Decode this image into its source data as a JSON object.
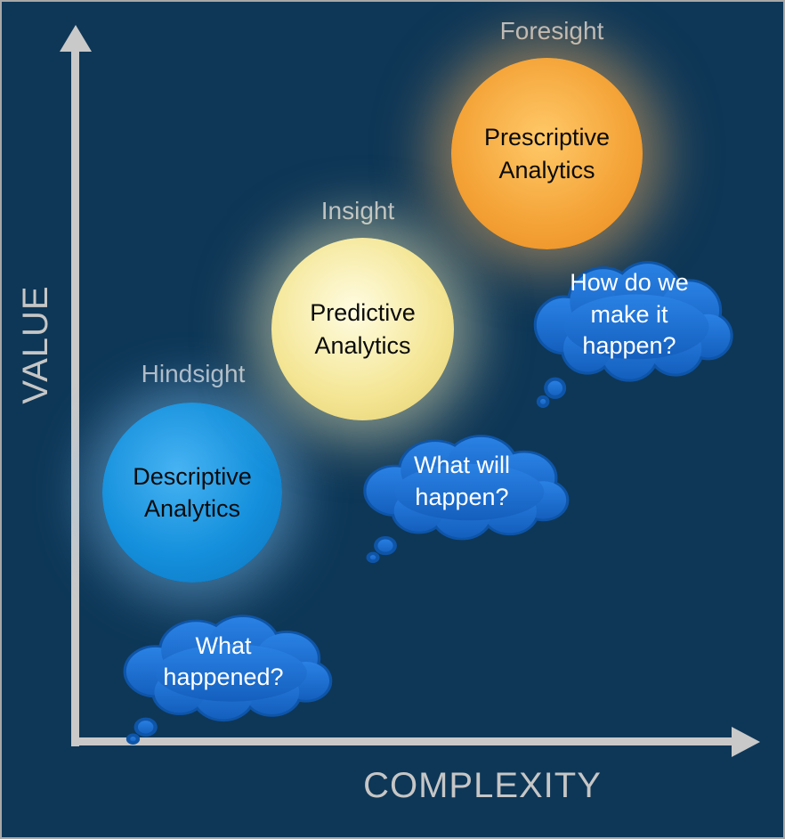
{
  "diagram": {
    "y_axis_label": "VALUE",
    "x_axis_label": "COMPLEXITY",
    "stages": [
      {
        "stage_label": "Hindsight",
        "circle_label": "Descriptive\nAnalytics",
        "bubble_text": "What\nhappened?",
        "circle_color": "#1a8ade"
      },
      {
        "stage_label": "Insight",
        "circle_label": "Predictive\nAnalytics",
        "bubble_text": "What will\nhappen?",
        "circle_color": "#f2e391"
      },
      {
        "stage_label": "Foresight",
        "circle_label": "Prescriptive\nAnalytics",
        "bubble_text": "How do we\nmake it\nhappen?",
        "circle_color": "#f2a238"
      }
    ],
    "colors": {
      "background": "#0e3757",
      "axis": "#c9c9c9",
      "stage_label_text": "#b6bcc4",
      "bubble_fill": "#1e71d6",
      "bubble_outline": "#0e55a8",
      "bubble_text": "#ffffff",
      "circle_text": "#0b0b0b"
    }
  }
}
